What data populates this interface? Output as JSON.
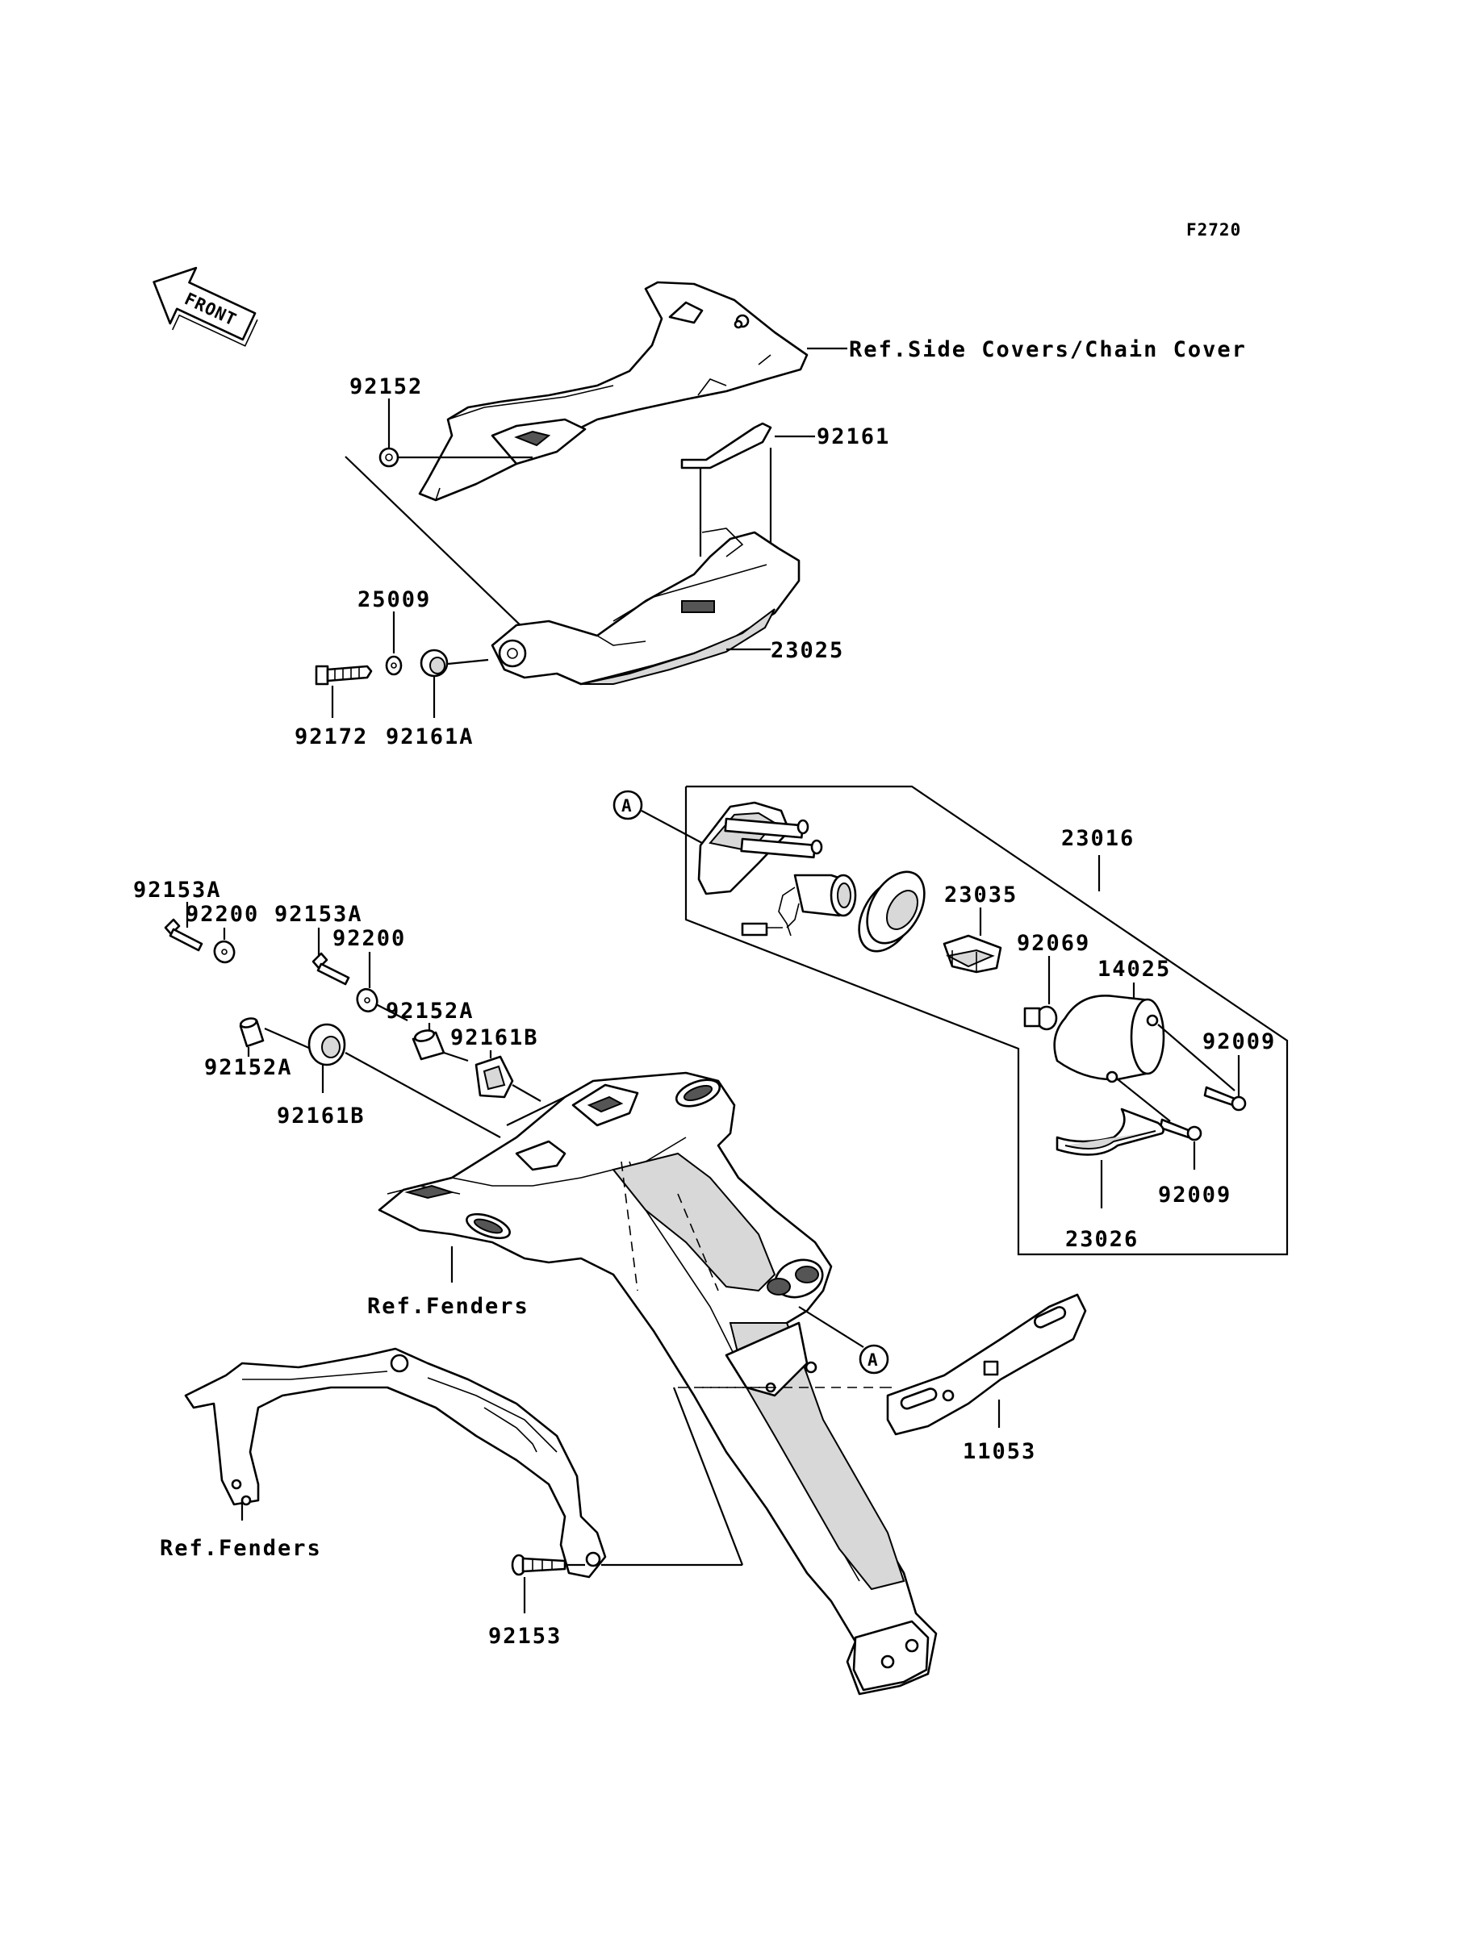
{
  "figure_code": "F2720",
  "front_label": "FRONT",
  "circle_ref": "A",
  "labels": {
    "ref_side_covers": "Ref.Side Covers/Chain Cover",
    "p92152": "92152",
    "p92161": "92161",
    "p25009": "25009",
    "p23025": "23025",
    "p92172": "92172",
    "p92161A": "92161A",
    "p23016": "23016",
    "p23035": "23035",
    "p92069": "92069",
    "p14025": "14025",
    "p92009_a": "92009",
    "p92009_b": "92009",
    "p23026": "23026",
    "p92153A_a": "92153A",
    "p92200_a": "92200",
    "p92153A_b": "92153A",
    "p92200_b": "92200",
    "p92152A_a": "92152A",
    "p92161B_a": "92161B",
    "p92152A_b": "92152A",
    "p92161B_b": "92161B",
    "ref_fenders_a": "Ref.Fenders",
    "ref_fenders_b": "Ref.Fenders",
    "p11053": "11053",
    "p92153": "92153"
  }
}
